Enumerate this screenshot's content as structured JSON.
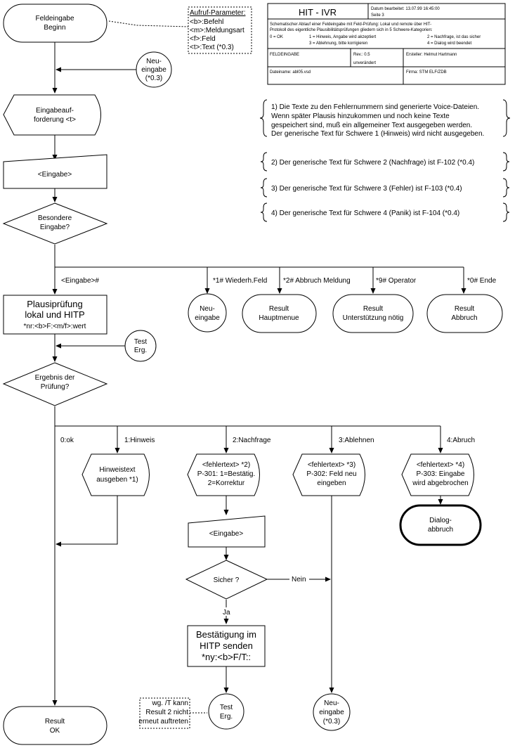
{
  "header": {
    "title": "HIT - IVR",
    "date_line": "Datum bearbeitet:  13.07.99 16:45:00",
    "page_line": "Seite 3",
    "desc_lines": [
      "Schematischer Ablauf einer Feldeingabe mit Feld-Prüfung: Lokal und remote über HIT-",
      "Protokoll des eigentliche Plausibilitätsprüfungen gliedern sich in 5 Schwere-Kategorien:"
    ],
    "legend": [
      "0 = OK",
      "1 = Hinweis, Angabe wird akzeptiert",
      "2 = Nachfrage, ist das sicher",
      "3 = Ablehnung, bitte korrigieren",
      "4 = Dialog wird beendet"
    ],
    "section": "FELDEINGABE",
    "rev_line1": "Rev.: 0.5",
    "rev_line2": "unverändert",
    "author": "Ersteller: Helmut Hartmann",
    "filename": "Dateiname: abl05.vsd",
    "company": "Firma: STM ELF/ZDB"
  },
  "params": {
    "title": "Aufruf-Parameter:",
    "lines": [
      "<b>:Befehl",
      "<m>:Meldungsart",
      "<f>:Feld",
      "<t>:Text (*0.3)"
    ]
  },
  "notes": [
    {
      "lines": [
        "1) Die Texte zu den Fehlernummern sind generierte Voice-Dateien.",
        "Wenn später Plausis hinzukommen und noch keine Texte",
        "gespeichert sind, muß ein allgemeiner Text ausgegeben werden.",
        "Der generische Text für Schwere 1 (Hinweis) wird nicht ausgegeben."
      ]
    },
    {
      "lines": [
        "2) Der generische Text für Schwere 2 (Nachfrage) ist F-102    (*0.4)"
      ]
    },
    {
      "lines": [
        "3) Der generische Text für Schwere 3 (Fehler) ist F-103    (*0.4)"
      ]
    },
    {
      "lines": [
        "4) Der generische Text für Schwere 4 (Panik) ist F-104    (*0.4)"
      ]
    }
  ],
  "nodes": {
    "start": [
      "Feldeingabe",
      "Beginn"
    ],
    "neueingabe_top": [
      "Neu-",
      "eingabe",
      "(*0.3)"
    ],
    "prompt": [
      "Eingabeauf-",
      "forderung <t>"
    ],
    "eingabe1": [
      "<Eingabe>"
    ],
    "besondere": [
      "Besondere",
      "Eingabe?"
    ],
    "plaus": [
      "Plausiprüfung",
      "lokal und HITP",
      "*nr:<b>F:<m/f>:wert"
    ],
    "test_top": [
      "Test",
      "Erg."
    ],
    "ergebnis": [
      "Ergebnis der",
      "Prüfung?"
    ],
    "neueingabe_mid": [
      "Neu-",
      "eingabe"
    ],
    "res_haupt": [
      "Result",
      "Hauptmenue"
    ],
    "res_unterst": [
      "Result",
      "Unterstützung nötig"
    ],
    "res_abbruch": [
      "Result",
      "Abbruch"
    ],
    "hinweistext": [
      "Hinweistext",
      "ausgeben *1)"
    ],
    "p301": [
      "<fehlertext>  *2)",
      "P-301: 1=Bestätig.",
      "2=Korrektur"
    ],
    "p302": [
      "<fehlertext> *3)",
      "P-302: Feld neu",
      "eingeben"
    ],
    "p303": [
      "<fehlertext> *4)",
      "P-303: Eingabe",
      "wird abgebrochen"
    ],
    "dialog_abbruch": [
      "Dialog-",
      "abbruch"
    ],
    "eingabe2": [
      "<Eingabe>"
    ],
    "sicher": [
      "Sicher ?"
    ],
    "bestaetigung": [
      "Bestätigung im",
      "HITP senden",
      "*ny:<b>F/T::"
    ],
    "test_bot": [
      "Test",
      "Erg."
    ],
    "neueingabe_bot": [
      "Neu-",
      "eingabe",
      "(*0.3)"
    ],
    "result_ok": [
      "Result",
      "OK"
    ],
    "wg_note": [
      "wg. /T kann",
      "Result 2 nicht",
      "erneut auftreten"
    ]
  },
  "edge_labels": {
    "eingabe_hash": "<Eingabe>#",
    "e1": "*1# Wiederh.Feld",
    "e2": "*2# Abbruch Meldung",
    "e9": "*9# Operator",
    "e0": "*0# Ende",
    "ok": "0:ok",
    "hinweis": "1:Hinweis",
    "nachfrage": "2:Nachfrage",
    "ablehnen": "3:Ablehnen",
    "abruch": "4:Abruch",
    "nein": "Nein",
    "ja": "Ja"
  }
}
